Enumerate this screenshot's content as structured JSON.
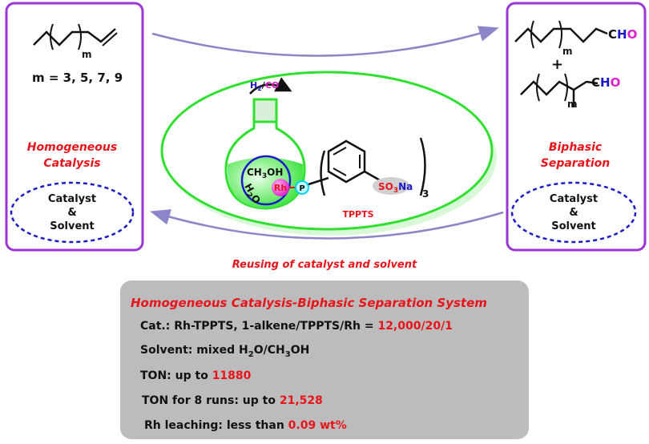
{
  "left_panel": {
    "substituent_m": "m",
    "m_values": "m = 3, 5, 7, 9",
    "label_line1": "Homogeneous",
    "label_line2": "Catalysis",
    "ellipse_line1": "Catalyst",
    "ellipse_line2": "&",
    "ellipse_line3": "Solvent"
  },
  "right_panel": {
    "linear_m": "m",
    "linear_c": "C",
    "linear_h": "H",
    "linear_o": "O",
    "plus": "+",
    "branched_m": "m",
    "branched_c": "C",
    "branched_h": "H",
    "branched_o": "O",
    "label_line1": "Biphasic",
    "label_line2": "Separation",
    "ellipse_line1": "Catalyst",
    "ellipse_line2": "&",
    "ellipse_line3": "Solvent"
  },
  "center": {
    "gas_h": "H",
    "gas_2": "2",
    "gas_slash": "/",
    "gas_co": "CO",
    "meoh_a": "CH",
    "meoh_3": "3",
    "meoh_b": "OH",
    "water_h": "H",
    "water_2": "2",
    "water_o": "O",
    "rh": "Rh",
    "p": "P",
    "so3": "SO",
    "so3_sub": "3",
    "na": "Na",
    "repeat_sub": "3",
    "ligand_name": "TPPTS"
  },
  "reuse_label": "Reusing of catalyst and solvent",
  "summary": {
    "title": "Homogeneous Catalysis-Biphasic Separation System",
    "cat_label": "Cat.: Rh-TPPTS, 1-alkene/TPPTS/Rh = ",
    "cat_value": "12,000/20/1",
    "solvent_a": "Solvent: mixed H",
    "solvent_sub1": "2",
    "solvent_b": "O/CH",
    "solvent_sub2": "3",
    "solvent_c": "OH",
    "ton_label": "TON: up to ",
    "ton_value": "11880",
    "runs_label": "TON for 8 runs: up to ",
    "runs_value": "21,528",
    "leach_label": "Rh leaching: less than ",
    "leach_value": "0.09 wt%"
  },
  "colors": {
    "purple_border": "#9a36d6",
    "arrow": "#8a86c8",
    "green": "#2fe02f",
    "red": "#e8141b",
    "blue": "#1a1acc",
    "magenta": "#e020c8",
    "grey_box": "#bcbcbc"
  }
}
